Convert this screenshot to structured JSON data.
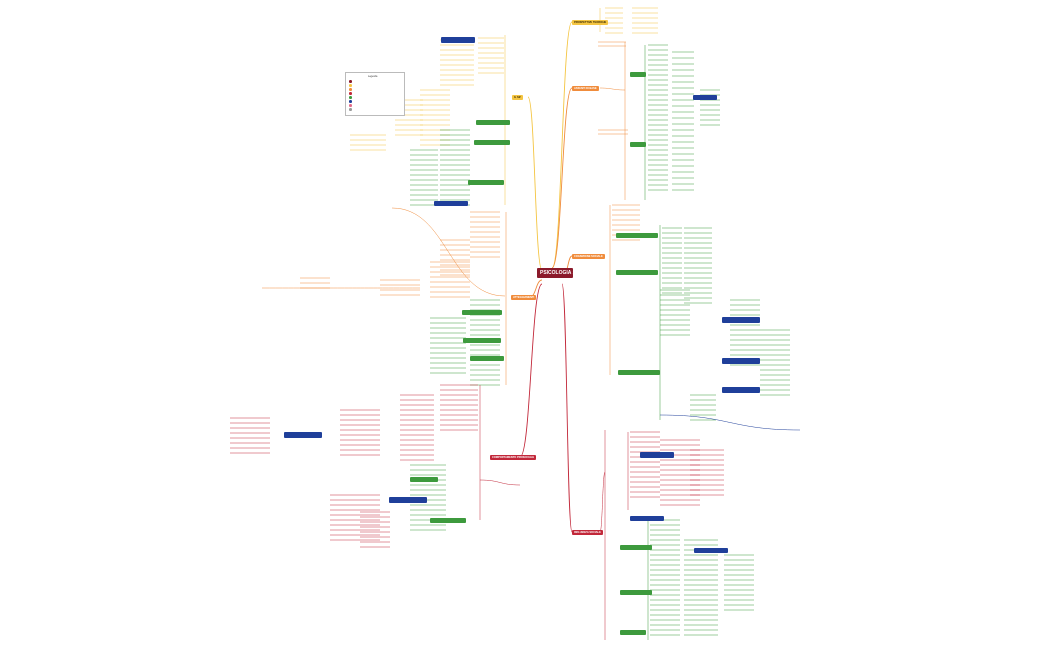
{
  "central": "PSICOLOGIA SOCIALE",
  "branches": [
    {
      "id": "top-right",
      "label": "PROSPETTIVE TEORICHE",
      "color": "#f4c542"
    },
    {
      "id": "right-2",
      "label": "ASSUNTI DI BASE",
      "color": "#f08c3c"
    },
    {
      "id": "left-top",
      "label": "IL SE'",
      "color": "#f4c542"
    },
    {
      "id": "left-mid",
      "label": "ATTEGGIAMENTI",
      "color": "#f08c3c"
    },
    {
      "id": "right-mid",
      "label": "COGNIZIONE SOCIALE",
      "color": "#f08c3c"
    },
    {
      "id": "left-bottom",
      "label": "COMPORTAMENTO PROSOCIALE",
      "color": "#c2283a"
    },
    {
      "id": "right-bottom",
      "label": "INFLUENZA SOCIALE",
      "color": "#c2283a"
    }
  ],
  "legend": {
    "title": "Legenda",
    "items": [
      "",
      "",
      "",
      "",
      "",
      "",
      "",
      ""
    ]
  },
  "colors": {
    "central": "#8b1a2b",
    "yellow": "#f4c542",
    "orange": "#f08c3c",
    "red": "#c2283a",
    "pink": "#e36a87",
    "green": "#3d9a3d",
    "blue": "#1f3f9a"
  }
}
